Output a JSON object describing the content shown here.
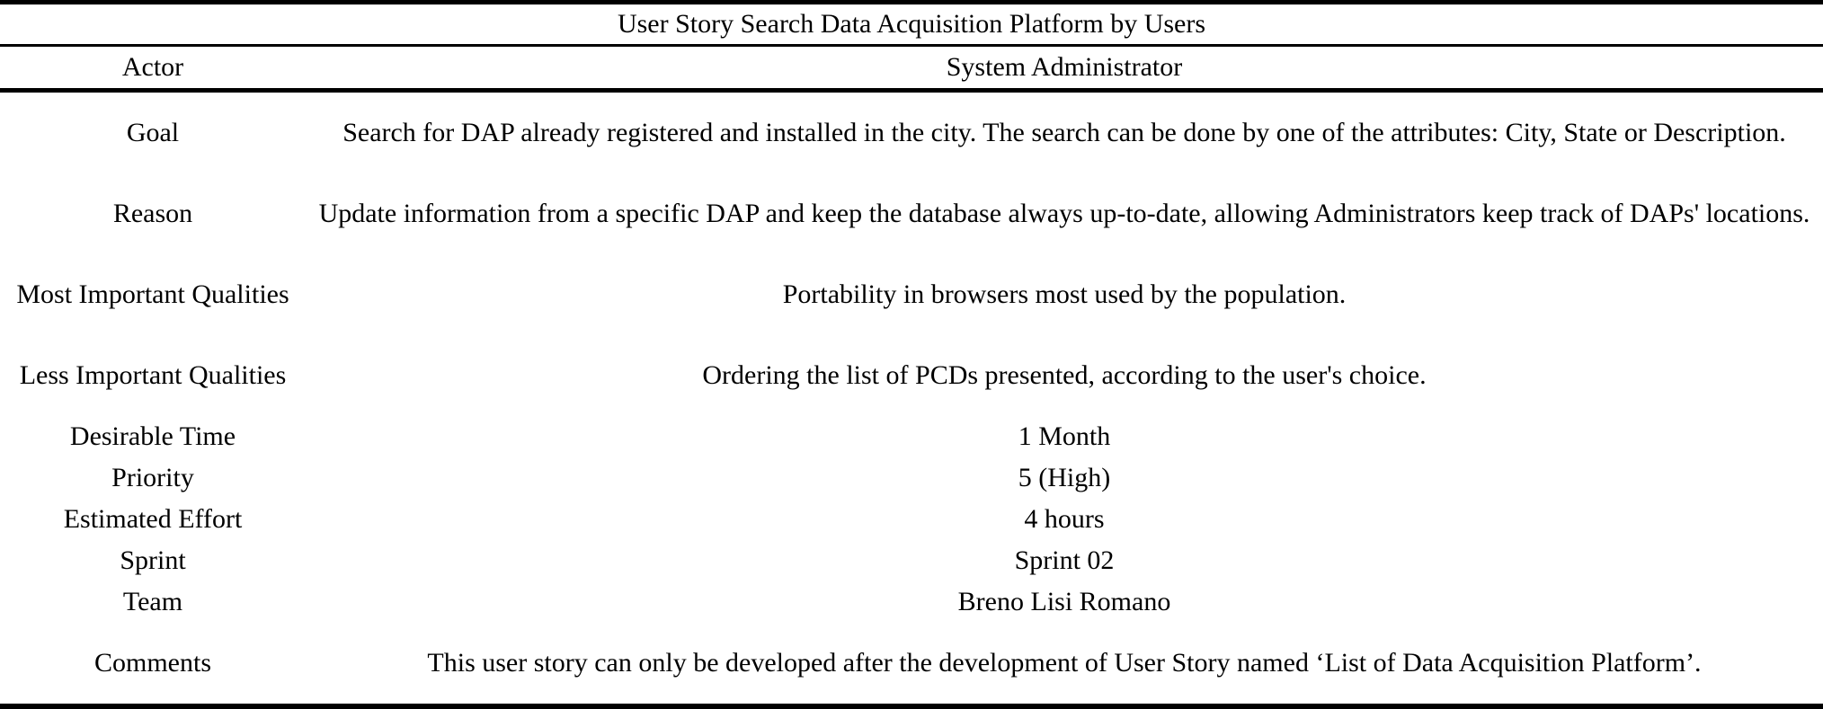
{
  "table": {
    "title": "User Story Search Data Acquisition Platform by Users",
    "rows": [
      {
        "label": "Actor",
        "value": "System Administrator"
      },
      {
        "label": "Goal",
        "value": "Search for DAP already registered and installed in the city. The search can be done by one of the attributes: City, State or Description."
      },
      {
        "label": "Reason",
        "value": "Update information from a specific DAP and keep the database always up-to-date, allowing Administrators keep track of DAPs' locations."
      },
      {
        "label": "Most Important Qualities",
        "value": "Portability in browsers most used by the population."
      },
      {
        "label": "Less Important Qualities",
        "value": "Ordering the list of PCDs presented, according to the user's choice."
      },
      {
        "label": "Desirable Time",
        "value": "1 Month"
      },
      {
        "label": "Priority",
        "value": "5 (High)"
      },
      {
        "label": "Estimated Effort",
        "value": "4 hours"
      },
      {
        "label": "Sprint",
        "value": "Sprint 02"
      },
      {
        "label": "Team",
        "value": "Breno Lisi Romano"
      },
      {
        "label": "Comments",
        "value": "This user story can only be developed after the development of User Story named ‘List of Data Acquisition Platform’."
      }
    ],
    "colors": {
      "text": "#000000",
      "background": "#ffffff",
      "rule": "#000000"
    }
  }
}
